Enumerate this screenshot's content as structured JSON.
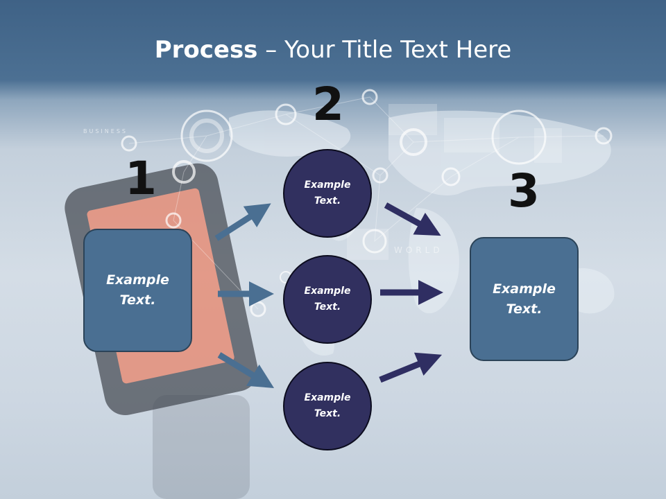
{
  "title": {
    "bold": "Process",
    "rest": " – Your Title Text Here"
  },
  "background": {
    "label_business": "BUSINESS",
    "label_world": "WORLD"
  },
  "steps": {
    "one": "1",
    "two": "2",
    "three": "3"
  },
  "left_box": {
    "text": "Example Text."
  },
  "circles": [
    {
      "text": "Example Text."
    },
    {
      "text": "Example Text."
    },
    {
      "text": "Example Text."
    }
  ],
  "right_box": {
    "text": "Example Text."
  },
  "colors": {
    "box": "#4a6f92",
    "circle": "#31305f",
    "arrow_left": "#4a6f92",
    "arrow_right": "#2f2e62"
  }
}
